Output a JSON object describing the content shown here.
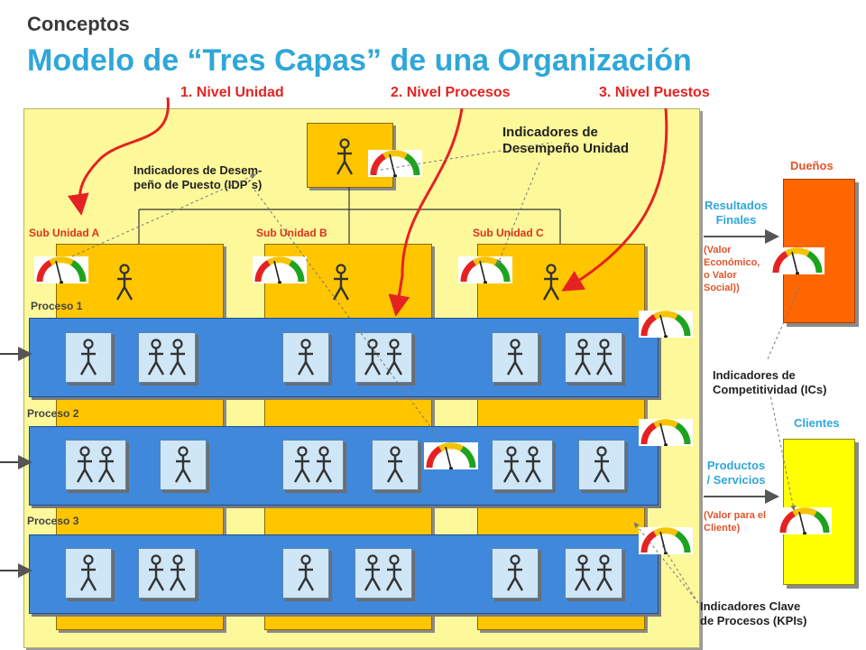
{
  "header": {
    "subtitle": "Conceptos",
    "title": "Modelo de “Tres Capas” de una Organización"
  },
  "levels": {
    "unidad": "1. Nivel Unidad",
    "procesos": "2. Nivel Procesos",
    "puestos": "3. Nivel Puestos"
  },
  "annotations": {
    "idp_line1": "Indicadores de Desem-",
    "idp_line2": "peño de Puesto (IDP´s)",
    "idu_line1": "Indicadores de",
    "idu_line2": "Desempeño Unidad"
  },
  "subunits": {
    "a": "Sub Unidad A",
    "b": "Sub Unidad B",
    "c": "Sub Unidad C"
  },
  "processes": {
    "p1": "Proceso 1",
    "p2": "Proceso 2",
    "p3": "Proceso 3"
  },
  "right": {
    "duenos": "Dueños",
    "resultados_line1": "Resultados",
    "resultados_line2": "Finales",
    "valor_line1": "(Valor",
    "valor_line2": "Económico,",
    "valor_line3": "o Valor",
    "valor_line4": "Social))",
    "ics_line1": "Indicadores de",
    "ics_line2": "Competitividad (ICs)",
    "clientes": "Clientes",
    "productos_line1": "Productos",
    "productos_line2": "/ Servicios",
    "valorc_line1": "(Valor para el",
    "valorc_line2": "Cliente)",
    "kpis_line1": "Indicadores Clave",
    "kpis_line2": "de Procesos (KPIs)"
  },
  "colors": {
    "title_blue": "#2fa7d8",
    "level_red": "#e52222",
    "unit_yellow": "#ffc600",
    "panel_yellow": "#fdf89a",
    "process_blue": "#3f88db",
    "owners_orange": "#ff6600",
    "clients_yellow": "#ffff00"
  },
  "icons": [
    "person-icon",
    "gauge-icon",
    "arrow-icon"
  ]
}
